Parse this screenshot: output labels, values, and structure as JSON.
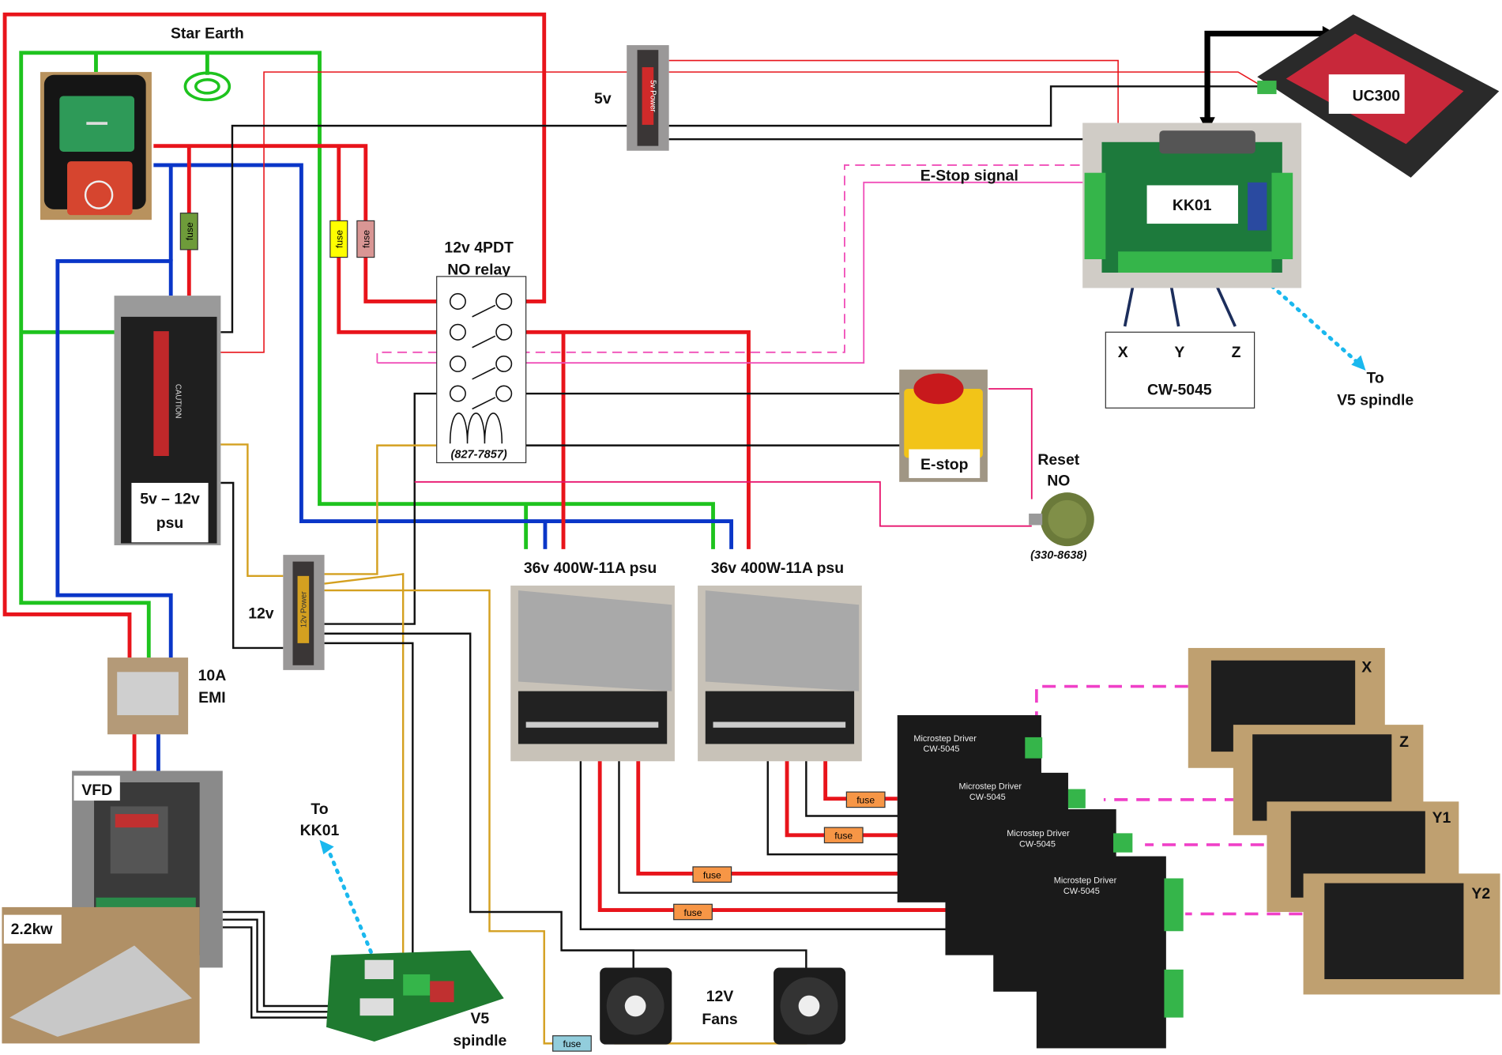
{
  "labels": {
    "star_earth": "Star Earth",
    "five_v": "5v",
    "five_v_block": "5v Power",
    "uc300": "UC300",
    "kk01": "KK01",
    "estop_signal": "E-Stop signal",
    "relay_line1": "12v 4PDT",
    "relay_line2": "NO relay",
    "relay_part": "(827-7857)",
    "cw_x": "X",
    "cw_y": "Y",
    "cw_z": "Z",
    "cw_name": "CW-5045",
    "to_v5_1": "To",
    "to_v5_2": "V5 spindle",
    "estop": "E-stop",
    "reset_1": "Reset",
    "reset_2": "NO",
    "reset_part": "(330-8638)",
    "psu_small_1": "5v – 12v",
    "psu_small_2": "psu",
    "psu_caution": "CAUTION",
    "psu36_a": "36v 400W-11A psu",
    "psu36_b": "36v 400W-11A psu",
    "twelve_v": "12v",
    "twelve_v_block": "12v Power",
    "emi_1": "10A",
    "emi_2": "EMI",
    "vfd": "VFD",
    "spindle_power": "2.2kw",
    "to_kk01_1": "To",
    "to_kk01_2": "KK01",
    "v5_1": "V5",
    "v5_2": "spindle",
    "fans_1": "12V",
    "fans_2": "Fans",
    "fuse": "fuse"
  },
  "drivers": [
    {
      "title": "Microstep Driver",
      "model": "CW-5045"
    },
    {
      "title": "Microstep Driver",
      "model": "CW-5045"
    },
    {
      "title": "Microstep Driver",
      "model": "CW-5045"
    },
    {
      "title": "Microstep Driver",
      "model": "CW-5045"
    }
  ],
  "motors": [
    "X",
    "Z",
    "Y1",
    "Y2"
  ],
  "colors": {
    "live": "#e8141b",
    "earth": "#1ec31e",
    "neutral": "#0a36c8",
    "signal": "#f04fb8",
    "twelve_v": "#d4a020",
    "step_link": "#f040c8",
    "spindle_link": "#1ab8ee"
  }
}
